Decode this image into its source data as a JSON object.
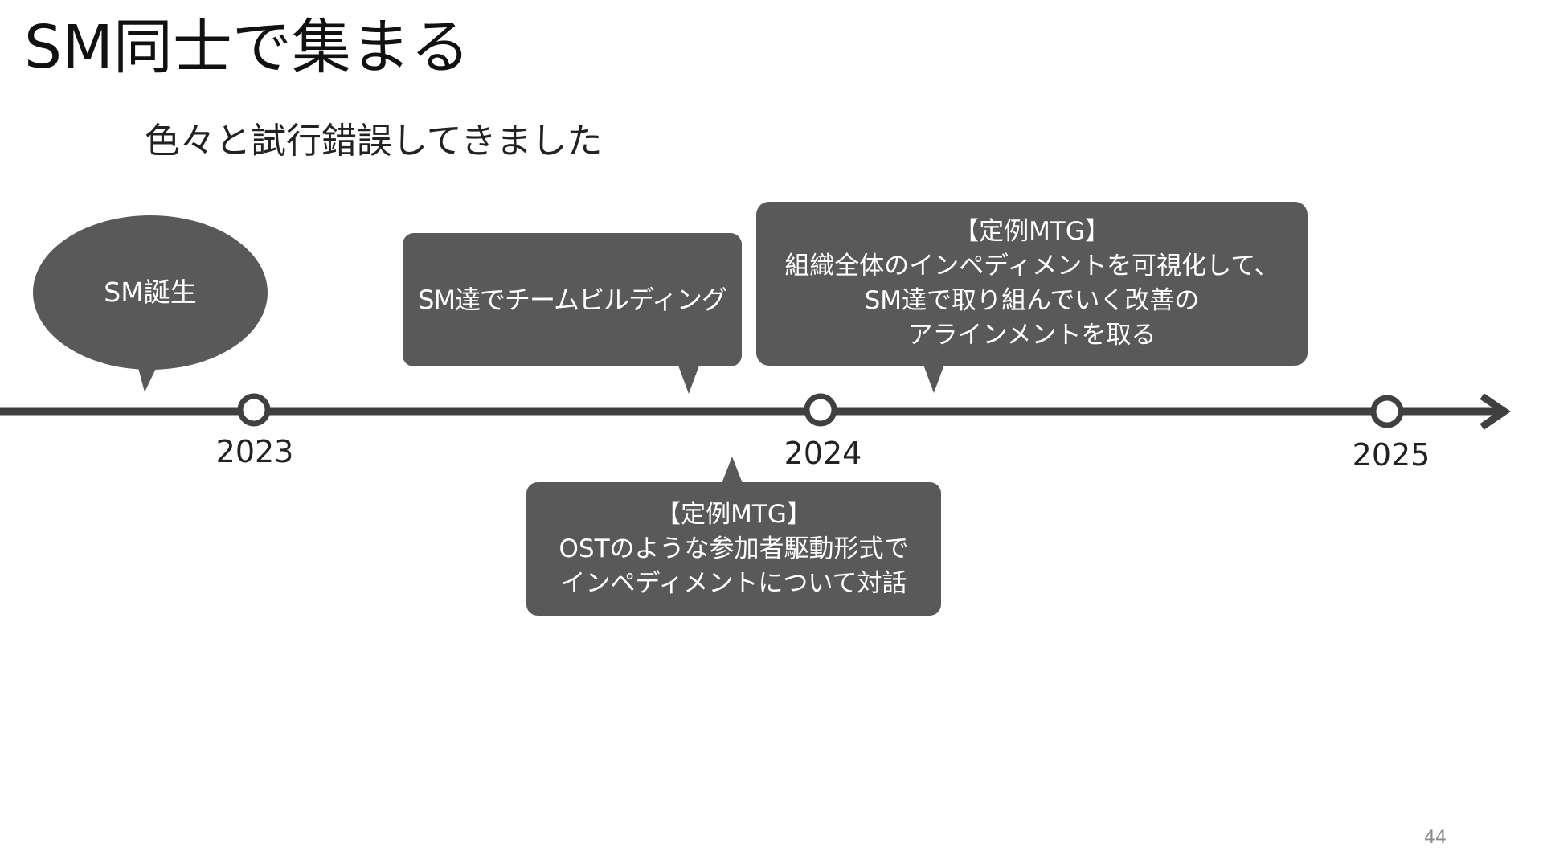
{
  "slide": {
    "title": "SM同士で集まる",
    "subtitle": "色々と試行錯誤してきました",
    "page_number": "44"
  },
  "colors": {
    "bubble_fill": "#595959",
    "timeline_line": "#404040",
    "text_dark": "#1a1a1a",
    "bubble_text": "#ffffff",
    "page_number": "#8a8a8a"
  },
  "timeline": {
    "years": [
      "2023",
      "2024",
      "2025"
    ]
  },
  "events": {
    "birth": {
      "label": "SM誕生"
    },
    "team_building": {
      "label": "SM達でチームビルディング"
    },
    "mtg_ost": {
      "line1": "【定例MTG】",
      "line2": "OSTのような参加者駆動形式で",
      "line3": "インペディメントについて対話"
    },
    "mtg_alignment": {
      "line1": "【定例MTG】",
      "line2": "組織全体のインペディメントを可視化して、",
      "line3": "SM達で取り組んでいく改善の",
      "line4": "アラインメントを取る"
    }
  }
}
